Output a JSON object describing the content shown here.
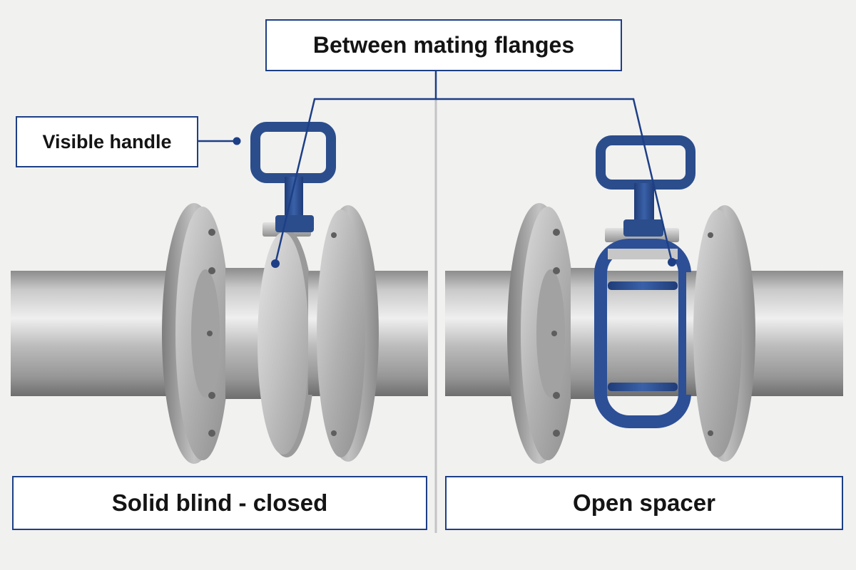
{
  "labels": {
    "top": "Between mating flanges",
    "handle": "Visible handle",
    "left_caption": "Solid blind - closed",
    "right_caption": "Open spacer"
  },
  "panels": [
    {
      "name": "left",
      "state": "closed",
      "insert": "solid blind"
    },
    {
      "name": "right",
      "state": "open",
      "insert": "open spacer"
    }
  ],
  "colors": {
    "accent": "#1d3f86",
    "handle": "#2b4d8c",
    "steel": "#b8b8b8",
    "background": "#f1f1f0",
    "divider": "#c4c4c4"
  }
}
